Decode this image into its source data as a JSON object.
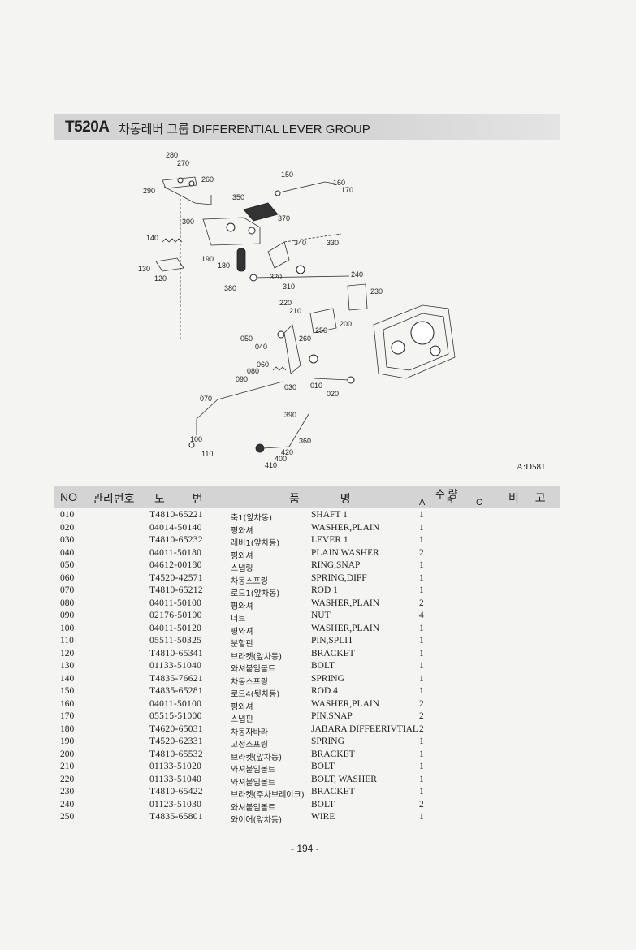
{
  "title": {
    "code": "T520A",
    "text": "차동레버 그룹  DIFFERENTIAL LEVER GROUP"
  },
  "diagram": {
    "code": "A:D581",
    "callouts": [
      "280",
      "270",
      "260",
      "290",
      "150",
      "160",
      "170",
      "350",
      "370",
      "300",
      "140",
      "190",
      "180",
      "340",
      "330",
      "130",
      "120",
      "320",
      "240",
      "380",
      "310",
      "230",
      "220",
      "210",
      "200",
      "250",
      "260",
      "050",
      "040",
      "060",
      "080",
      "090",
      "030",
      "010",
      "020",
      "070",
      "390",
      "360",
      "100",
      "110",
      "420",
      "400",
      "410"
    ]
  },
  "table": {
    "headers": {
      "no": "NO",
      "mgmt": "관리번호",
      "drawing": "도  번",
      "name": "품   명",
      "qty": "수 량",
      "qty_a": "A",
      "qty_b": "B",
      "qty_c": "C",
      "remark": "비 고"
    },
    "rows": [
      {
        "no": "010",
        "part": "T4810-65221",
        "kname": "축1(앞차동)",
        "ename": "SHAFT 1",
        "qty": "1"
      },
      {
        "no": "020",
        "part": "04014-50140",
        "kname": "평와셔",
        "ename": "WASHER,PLAIN",
        "qty": "1"
      },
      {
        "no": "030",
        "part": "T4810-65232",
        "kname": "레버1(앞차동)",
        "ename": "LEVER 1",
        "qty": "1"
      },
      {
        "no": "040",
        "part": "04011-50180",
        "kname": "평와셔",
        "ename": "PLAIN WASHER",
        "qty": "2"
      },
      {
        "no": "050",
        "part": "04612-00180",
        "kname": "스냅링",
        "ename": "RING,SNAP",
        "qty": "1"
      },
      {
        "no": "060",
        "part": "T4520-42571",
        "kname": "차동스프링",
        "ename": "SPRING,DIFF",
        "qty": "1"
      },
      {
        "no": "070",
        "part": "T4810-65212",
        "kname": "로드1(앞차동)",
        "ename": "ROD 1",
        "qty": "1"
      },
      {
        "no": "080",
        "part": "04011-50100",
        "kname": "평와셔",
        "ename": "WASHER,PLAIN",
        "qty": "2"
      },
      {
        "no": "090",
        "part": "02176-50100",
        "kname": "너트",
        "ename": "NUT",
        "qty": "4"
      },
      {
        "no": "100",
        "part": "04011-50120",
        "kname": "평와셔",
        "ename": "WASHER,PLAIN",
        "qty": "1"
      },
      {
        "no": "110",
        "part": "05511-50325",
        "kname": "분할핀",
        "ename": "PIN,SPLIT",
        "qty": "1"
      },
      {
        "no": "120",
        "part": "T4810-65341",
        "kname": "브라켓(앞차동)",
        "ename": "BRACKET",
        "qty": "1"
      },
      {
        "no": "130",
        "part": "01133-51040",
        "kname": "와셔붙임볼트",
        "ename": "BOLT",
        "qty": "1"
      },
      {
        "no": "140",
        "part": "T4835-76621",
        "kname": "차동스프링",
        "ename": "SPRING",
        "qty": "1"
      },
      {
        "no": "150",
        "part": "T4835-65281",
        "kname": "로드4(뒷차동)",
        "ename": "ROD 4",
        "qty": "1"
      },
      {
        "no": "160",
        "part": "04011-50100",
        "kname": "평와셔",
        "ename": "WASHER,PLAIN",
        "qty": "2"
      },
      {
        "no": "170",
        "part": "05515-51000",
        "kname": "스냅핀",
        "ename": "PIN,SNAP",
        "qty": "2"
      },
      {
        "no": "180",
        "part": "T4620-65031",
        "kname": "차동자바라",
        "ename": "JABARA DIFFEERIVTIAL",
        "qty": "2"
      },
      {
        "no": "190",
        "part": "T4520-62331",
        "kname": "고정스프링",
        "ename": "SPRING",
        "qty": "1"
      },
      {
        "no": "200",
        "part": "T4810-65532",
        "kname": "브라켓(앞차동)",
        "ename": "BRACKET",
        "qty": "1"
      },
      {
        "no": "210",
        "part": "01133-51020",
        "kname": "와셔붙임볼트",
        "ename": "BOLT",
        "qty": "1"
      },
      {
        "no": "220",
        "part": "01133-51040",
        "kname": "와셔붙임볼트",
        "ename": "BOLT, WASHER",
        "qty": "1"
      },
      {
        "no": "230",
        "part": "T4810-65422",
        "kname": "브라켓(주차브레이크)",
        "ename": "BRACKET",
        "qty": "1"
      },
      {
        "no": "240",
        "part": "01123-51030",
        "kname": "와셔붙임볼트",
        "ename": "BOLT",
        "qty": "2"
      },
      {
        "no": "250",
        "part": "T4835-65801",
        "kname": "와이어(앞차동)",
        "ename": "WIRE",
        "qty": "1"
      }
    ]
  },
  "page_number": "- 194 -"
}
